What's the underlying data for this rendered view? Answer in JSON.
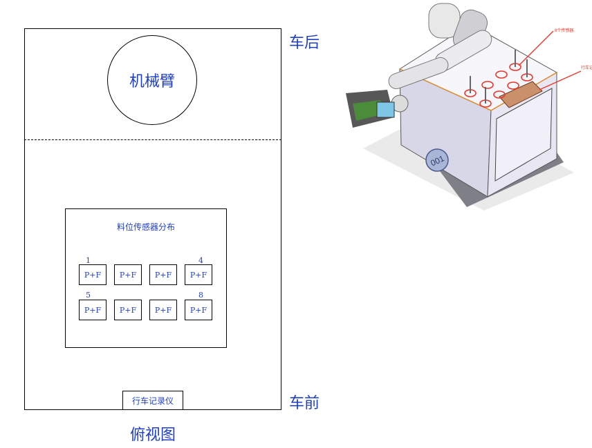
{
  "diagram": {
    "arm_label": "机械臂",
    "sensor_panel": {
      "title": "料位传感器分布",
      "rows": [
        {
          "index_left": "1",
          "index_right": "4",
          "cells": [
            "P+F",
            "P+F",
            "P+F",
            "P+F"
          ]
        },
        {
          "index_left": "5",
          "index_right": "8",
          "cells": [
            "P+F",
            "P+F",
            "P+F",
            "P+F"
          ]
        }
      ]
    },
    "recorder_label": "行车记录仪",
    "rear_label": "车后",
    "front_label": "车前",
    "caption": "俯视图"
  },
  "illustration": {
    "callout_sensors": "8个传感器",
    "callout_recorder": "行车记",
    "vehicle_number": "001",
    "accent_color": "#e83a2e",
    "body_color": "#ecebf4"
  }
}
